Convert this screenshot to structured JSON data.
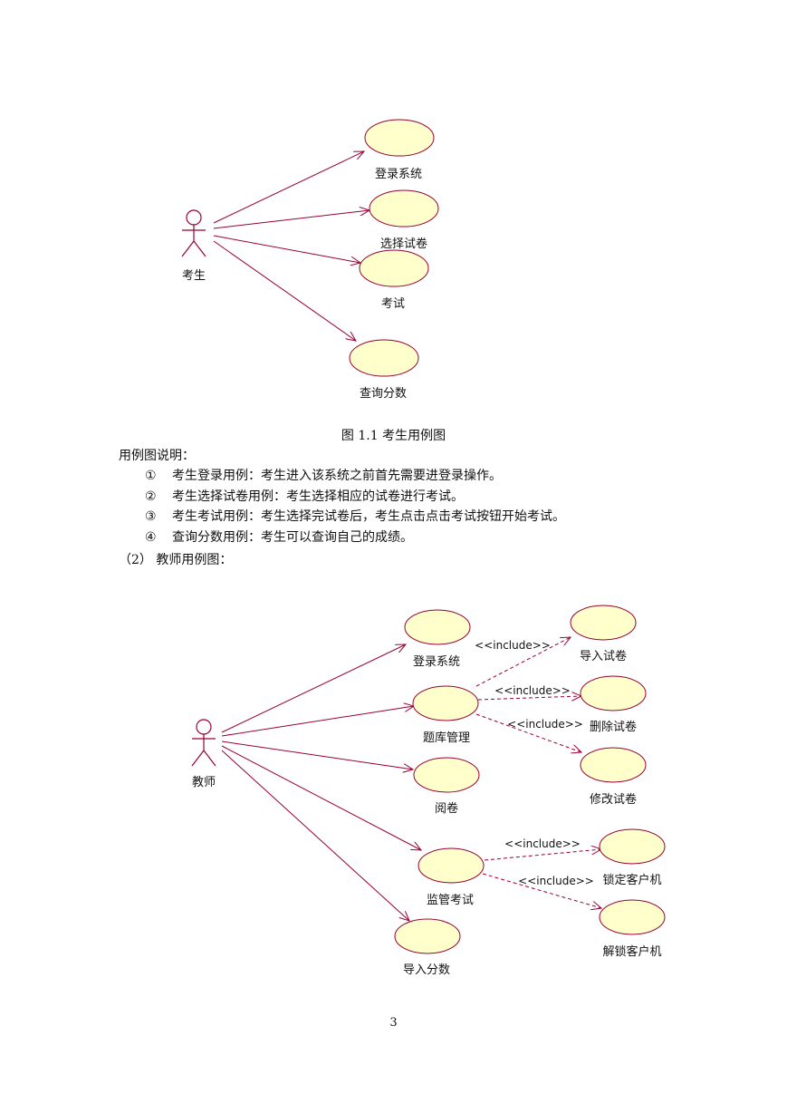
{
  "colors": {
    "ellipse_fill": "#ffffcc",
    "ellipse_stroke": "#990033",
    "association": "#990033",
    "include": "#990033"
  },
  "figure1": {
    "actor": "考生",
    "use_cases": [
      "登录系统",
      "选择试卷",
      "考试",
      "查询分数"
    ]
  },
  "caption": "图 1.1  考生用例图",
  "notes_heading": "用例图说明：",
  "notes": [
    {
      "num": "①",
      "text": "考生登录用例：考生进入该系统之前首先需要进登录操作。"
    },
    {
      "num": "②",
      "text": "考生选择试卷用例：考生选择相应的试卷进行考试。"
    },
    {
      "num": "③",
      "text": "考生考试用例：考生选择完试卷后，考生点击点击考试按钮开始考试。"
    },
    {
      "num": "④",
      "text": "查询分数用例：考生可以查询自己的成绩。"
    }
  ],
  "section2_heading": "（2） 教师用例图：",
  "figure2": {
    "actor": "教师",
    "use_cases": [
      "登录系统",
      "题库管理",
      "阅卷",
      "监管考试",
      "导入分数"
    ],
    "included_cases": [
      "导入试卷",
      "删除试卷",
      "修改试卷",
      "锁定客户机",
      "解锁客户机"
    ],
    "include_label": "<<include>>"
  },
  "page_number": "3"
}
